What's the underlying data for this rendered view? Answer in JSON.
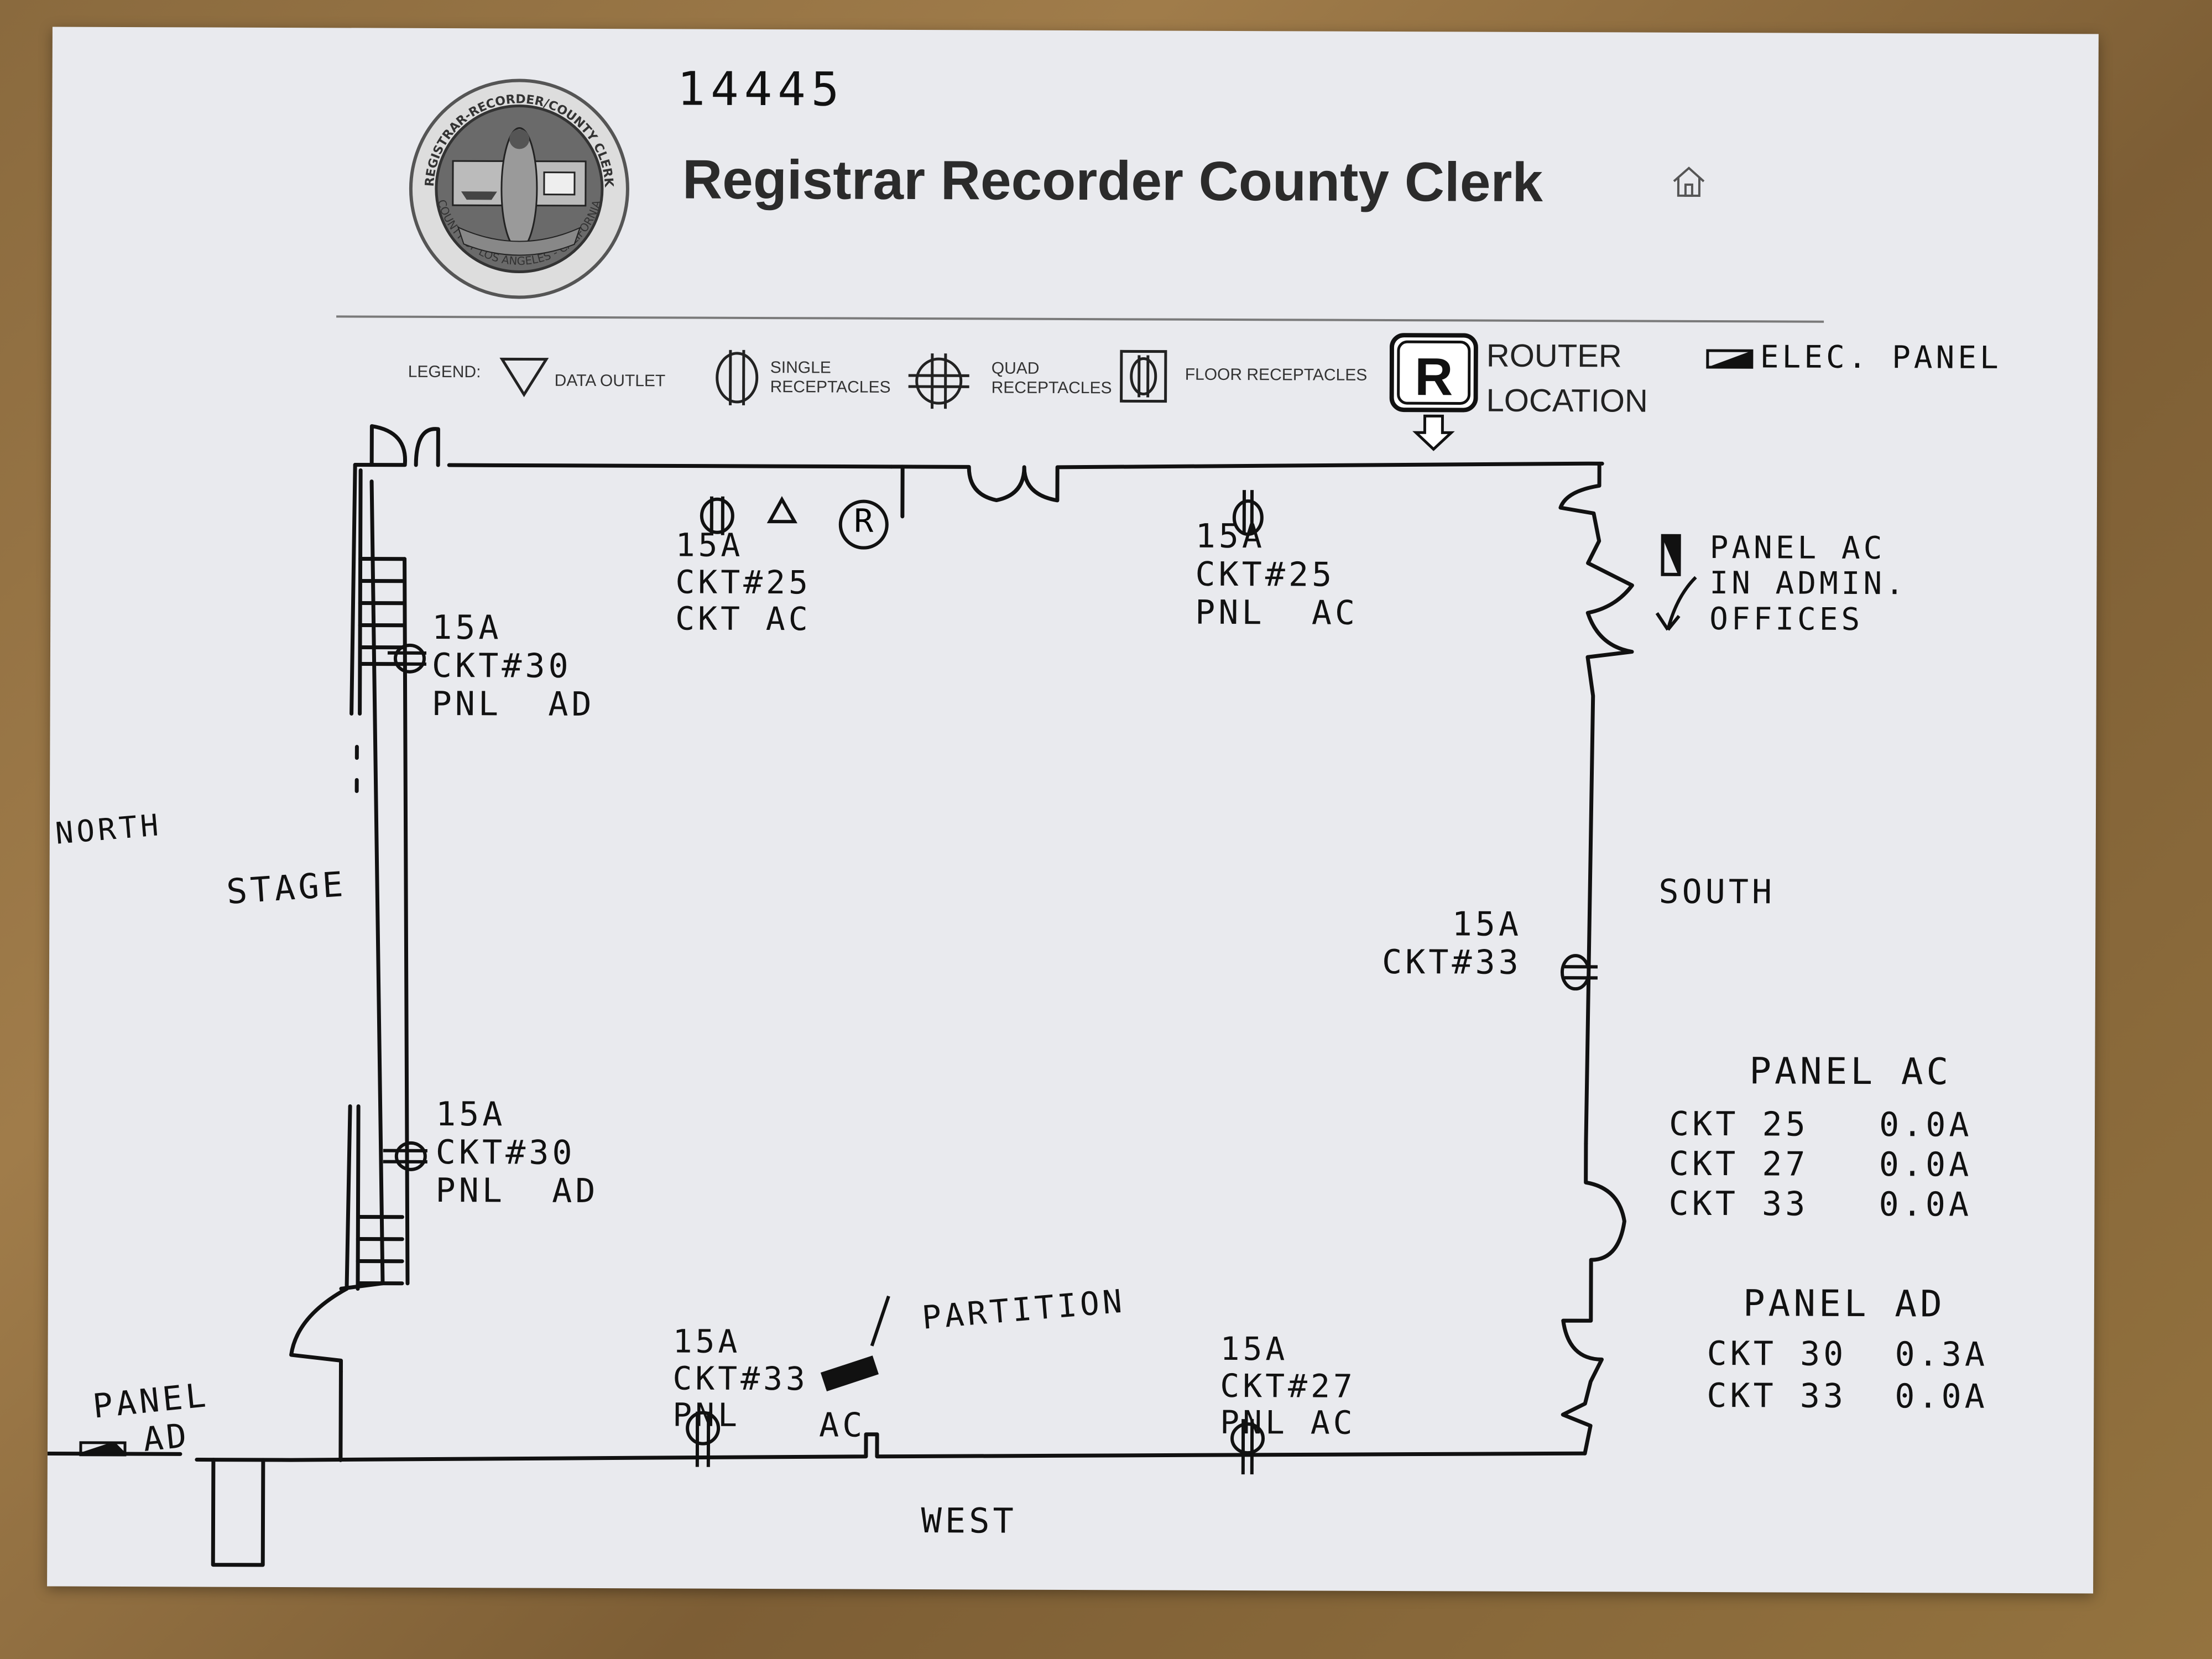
{
  "header": {
    "doc_number": "14445",
    "title": "Registrar Recorder County Clerk",
    "seal_text_top": "REGISTRAR-RECORDER/COUNTY CLERK",
    "seal_text_bottom": "COUNTY OF LOS ANGELES - CALIFORNIA",
    "home_icon": "home-icon"
  },
  "legend": {
    "label": "LEGEND:",
    "items": [
      {
        "icon": "data-outlet-icon",
        "label": "DATA OUTLET"
      },
      {
        "icon": "single-receptacle-icon",
        "label": "SINGLE\nRECEPTACLES"
      },
      {
        "icon": "quad-receptacle-icon",
        "label": "QUAD\nRECEPTACLES"
      },
      {
        "icon": "floor-receptacle-icon",
        "label": "FLOOR RECEPTACLES"
      },
      {
        "icon": "router-icon",
        "label": "ROUTER\nLOCATION"
      },
      {
        "icon": "elec-panel-icon",
        "label": "ELEC. PANEL"
      }
    ]
  },
  "directions": {
    "north": "NORTH",
    "south": "SOUTH",
    "west": "WEST",
    "stage": "STAGE"
  },
  "annotations": {
    "top_left_outlet": "15A\nCKT#25\nCKT AC",
    "top_right_outlet": "15A\nCKT#25\nPNL  AC",
    "stage_upper_outlet": "15A\nCKT#30\nPNL  AD",
    "stage_lower_outlet": "15A\nCKT#30\nPNL  AD",
    "south_outlet": "15A\nCKT#33",
    "west_left_outlet": "15A\nCKT#33\nPNL",
    "west_left_panel": "AC",
    "west_right_outlet": "15A\nCKT#27\nPNL AC",
    "partition": "PARTITION",
    "panel_ad_corner": "PANEL\n  AD",
    "panel_ac_admin": "PANEL AC\nIN ADMIN.\nOFFICES",
    "router_mark": "R"
  },
  "panel_summary": {
    "panel_ac": {
      "title": "PANEL AC",
      "rows": [
        {
          "ckt": "CKT 25",
          "amps": "0.0A"
        },
        {
          "ckt": "CKT 27",
          "amps": "0.0A"
        },
        {
          "ckt": "CKT 33",
          "amps": "0.0A"
        }
      ]
    },
    "panel_ad": {
      "title": "PANEL AD",
      "rows": [
        {
          "ckt": "CKT 30",
          "amps": "0.3A"
        },
        {
          "ckt": "CKT 33",
          "amps": "0.0A"
        }
      ]
    }
  }
}
